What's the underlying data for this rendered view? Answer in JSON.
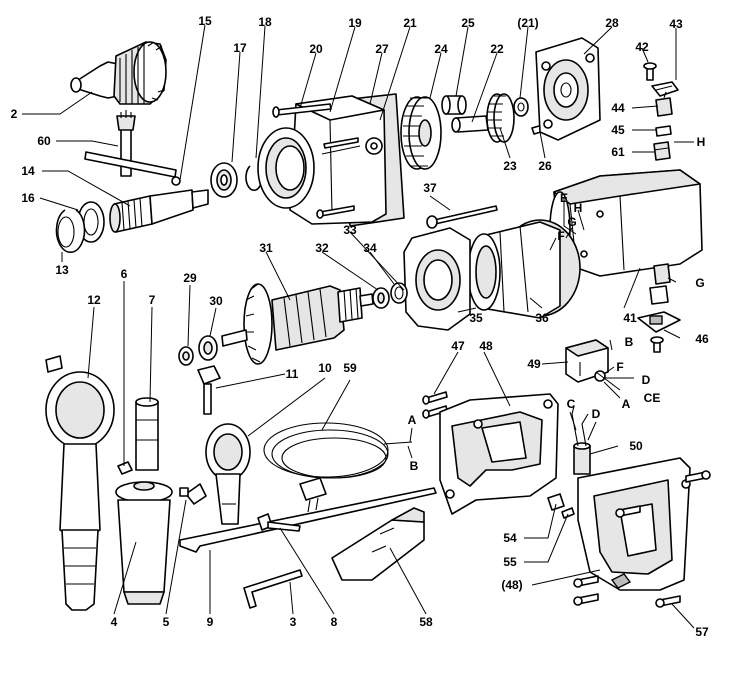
{
  "callouts": [
    {
      "id": "c15",
      "text": "15"
    },
    {
      "id": "c18",
      "text": "18"
    },
    {
      "id": "c19",
      "text": "19"
    },
    {
      "id": "c21",
      "text": "21"
    },
    {
      "id": "c25",
      "text": "25"
    },
    {
      "id": "c21b",
      "text": "(21)"
    },
    {
      "id": "c28",
      "text": "28"
    },
    {
      "id": "c43",
      "text": "43"
    },
    {
      "id": "c42",
      "text": "42"
    },
    {
      "id": "c17",
      "text": "17"
    },
    {
      "id": "c20",
      "text": "20"
    },
    {
      "id": "c27",
      "text": "27"
    },
    {
      "id": "c24",
      "text": "24"
    },
    {
      "id": "c22",
      "text": "22"
    },
    {
      "id": "c2",
      "text": "2"
    },
    {
      "id": "c44",
      "text": "44"
    },
    {
      "id": "c45",
      "text": "45"
    },
    {
      "id": "cH1",
      "text": "H"
    },
    {
      "id": "c60",
      "text": "60"
    },
    {
      "id": "c61",
      "text": "61"
    },
    {
      "id": "c23",
      "text": "23"
    },
    {
      "id": "c26",
      "text": "26"
    },
    {
      "id": "c14",
      "text": "14"
    },
    {
      "id": "c37",
      "text": "37"
    },
    {
      "id": "c16",
      "text": "16"
    },
    {
      "id": "cE1",
      "text": "E"
    },
    {
      "id": "cH2",
      "text": "H"
    },
    {
      "id": "cG1",
      "text": "G"
    },
    {
      "id": "c33",
      "text": "33"
    },
    {
      "id": "cF1",
      "text": "F"
    },
    {
      "id": "c13",
      "text": "13"
    },
    {
      "id": "c31",
      "text": "31"
    },
    {
      "id": "c32",
      "text": "32"
    },
    {
      "id": "c34",
      "text": "34"
    },
    {
      "id": "c6",
      "text": "6"
    },
    {
      "id": "c29",
      "text": "29"
    },
    {
      "id": "cG2",
      "text": "G"
    },
    {
      "id": "c12",
      "text": "12"
    },
    {
      "id": "c7",
      "text": "7"
    },
    {
      "id": "c30",
      "text": "30"
    },
    {
      "id": "c35",
      "text": "35"
    },
    {
      "id": "c36",
      "text": "36"
    },
    {
      "id": "c41",
      "text": "41"
    },
    {
      "id": "c46",
      "text": "46"
    },
    {
      "id": "cB1",
      "text": "B"
    },
    {
      "id": "c47",
      "text": "47"
    },
    {
      "id": "c48",
      "text": "48"
    },
    {
      "id": "c11",
      "text": "11"
    },
    {
      "id": "c10",
      "text": "10"
    },
    {
      "id": "c59",
      "text": "59"
    },
    {
      "id": "c49",
      "text": "49"
    },
    {
      "id": "cF2",
      "text": "F"
    },
    {
      "id": "cD1",
      "text": "D"
    },
    {
      "id": "cA1",
      "text": "A"
    },
    {
      "id": "cCE",
      "text": "CE"
    },
    {
      "id": "cA2",
      "text": "A"
    },
    {
      "id": "cC",
      "text": "C"
    },
    {
      "id": "cD2",
      "text": "D"
    },
    {
      "id": "cB2",
      "text": "B"
    },
    {
      "id": "c50",
      "text": "50"
    },
    {
      "id": "c54",
      "text": "54"
    },
    {
      "id": "c55",
      "text": "55"
    },
    {
      "id": "c48b",
      "text": "(48)"
    },
    {
      "id": "c4",
      "text": "4"
    },
    {
      "id": "c5",
      "text": "5"
    },
    {
      "id": "c9",
      "text": "9"
    },
    {
      "id": "c3",
      "text": "3"
    },
    {
      "id": "c8",
      "text": "8"
    },
    {
      "id": "c58",
      "text": "58"
    },
    {
      "id": "c57",
      "text": "57"
    }
  ]
}
